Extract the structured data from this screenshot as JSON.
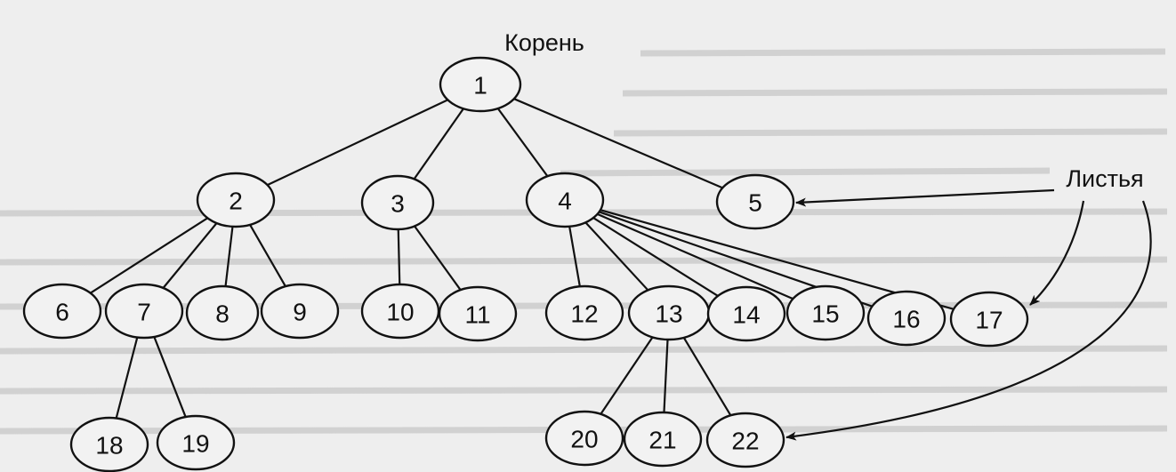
{
  "labels": {
    "root": "Корень",
    "leaves": "Листья"
  },
  "nodes": [
    {
      "id": "1",
      "label": "1"
    },
    {
      "id": "2",
      "label": "2"
    },
    {
      "id": "3",
      "label": "3"
    },
    {
      "id": "4",
      "label": "4"
    },
    {
      "id": "5",
      "label": "5"
    },
    {
      "id": "6",
      "label": "6"
    },
    {
      "id": "7",
      "label": "7"
    },
    {
      "id": "8",
      "label": "8"
    },
    {
      "id": "9",
      "label": "9"
    },
    {
      "id": "10",
      "label": "10"
    },
    {
      "id": "11",
      "label": "11"
    },
    {
      "id": "12",
      "label": "12"
    },
    {
      "id": "13",
      "label": "13"
    },
    {
      "id": "14",
      "label": "14"
    },
    {
      "id": "15",
      "label": "15"
    },
    {
      "id": "16",
      "label": "16"
    },
    {
      "id": "17",
      "label": "17"
    },
    {
      "id": "18",
      "label": "18"
    },
    {
      "id": "19",
      "label": "19"
    },
    {
      "id": "20",
      "label": "20"
    },
    {
      "id": "21",
      "label": "21"
    },
    {
      "id": "22",
      "label": "22"
    }
  ],
  "edges": [
    [
      "1",
      "2"
    ],
    [
      "1",
      "3"
    ],
    [
      "1",
      "4"
    ],
    [
      "1",
      "5"
    ],
    [
      "2",
      "6"
    ],
    [
      "2",
      "7"
    ],
    [
      "2",
      "8"
    ],
    [
      "2",
      "9"
    ],
    [
      "3",
      "10"
    ],
    [
      "3",
      "11"
    ],
    [
      "4",
      "12"
    ],
    [
      "4",
      "13"
    ],
    [
      "4",
      "14"
    ],
    [
      "4",
      "15"
    ],
    [
      "4",
      "16"
    ],
    [
      "4",
      "17"
    ],
    [
      "7",
      "18"
    ],
    [
      "7",
      "19"
    ],
    [
      "13",
      "20"
    ],
    [
      "13",
      "21"
    ],
    [
      "13",
      "22"
    ]
  ],
  "leaf_pointers": [
    "5",
    "17",
    "22"
  ]
}
